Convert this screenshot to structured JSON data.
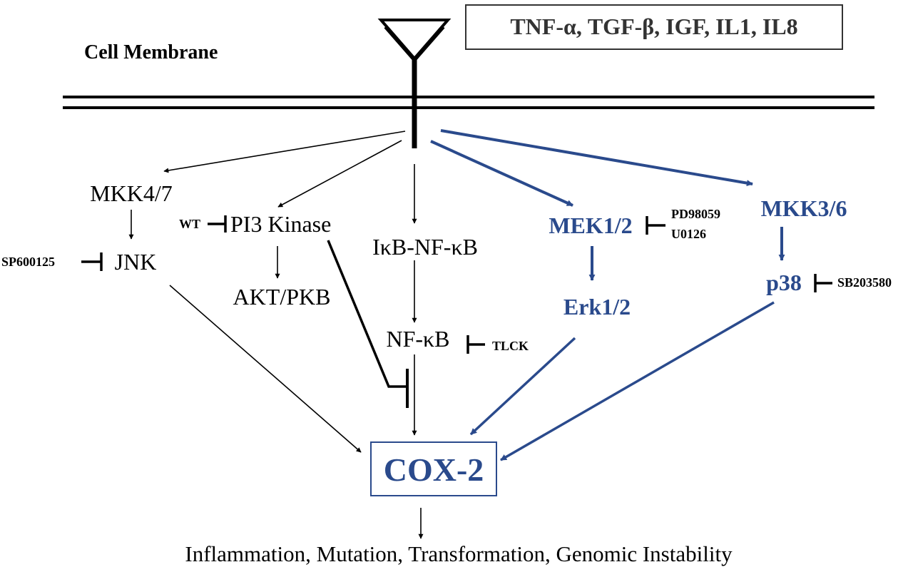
{
  "diagram": {
    "membrane_label": "Cell Membrane",
    "ligands": "TNF-α, TGF-β, IGF, IL1, IL8",
    "nodes": {
      "mkk47": "MKK4/7",
      "jnk": "JNK",
      "pi3k": "PI3 Kinase",
      "akt": "AKT/PKB",
      "ikb": "IκB-NF-κB",
      "nfkb": "NF-κB",
      "mek": "MEK1/2",
      "erk": "Erk1/2",
      "mkk36": "MKK3/6",
      "p38": "p38",
      "cox2": "COX-2"
    },
    "inhibitors": {
      "sp600125": "SP600125",
      "wt": "WT",
      "tlck": "TLCK",
      "pd98059": "PD98059",
      "u0126": "U0126",
      "sb203580": "SB203580"
    },
    "outcome": "Inflammation, Mutation, Transformation, Genomic Instability",
    "colors": {
      "pathway_blue": "#2a4a8c",
      "black": "#000000"
    }
  }
}
